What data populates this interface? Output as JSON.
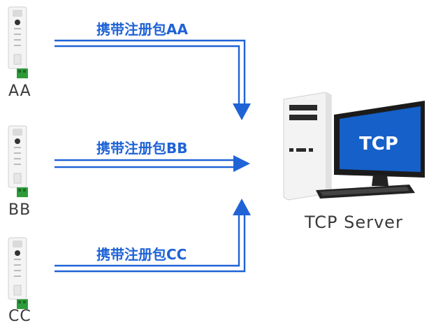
{
  "devices": [
    {
      "label": "AA",
      "packet_label": "携带注册包AA"
    },
    {
      "label": "BB",
      "packet_label": "携带注册包BB"
    },
    {
      "label": "CC",
      "packet_label": "携带注册包CC"
    }
  ],
  "server": {
    "label": "TCP Server",
    "screen_text": "TCP"
  },
  "colors": {
    "arrow": "#1f63d6",
    "screen": "#1560c9",
    "device_accent": "#2e9b3a"
  }
}
